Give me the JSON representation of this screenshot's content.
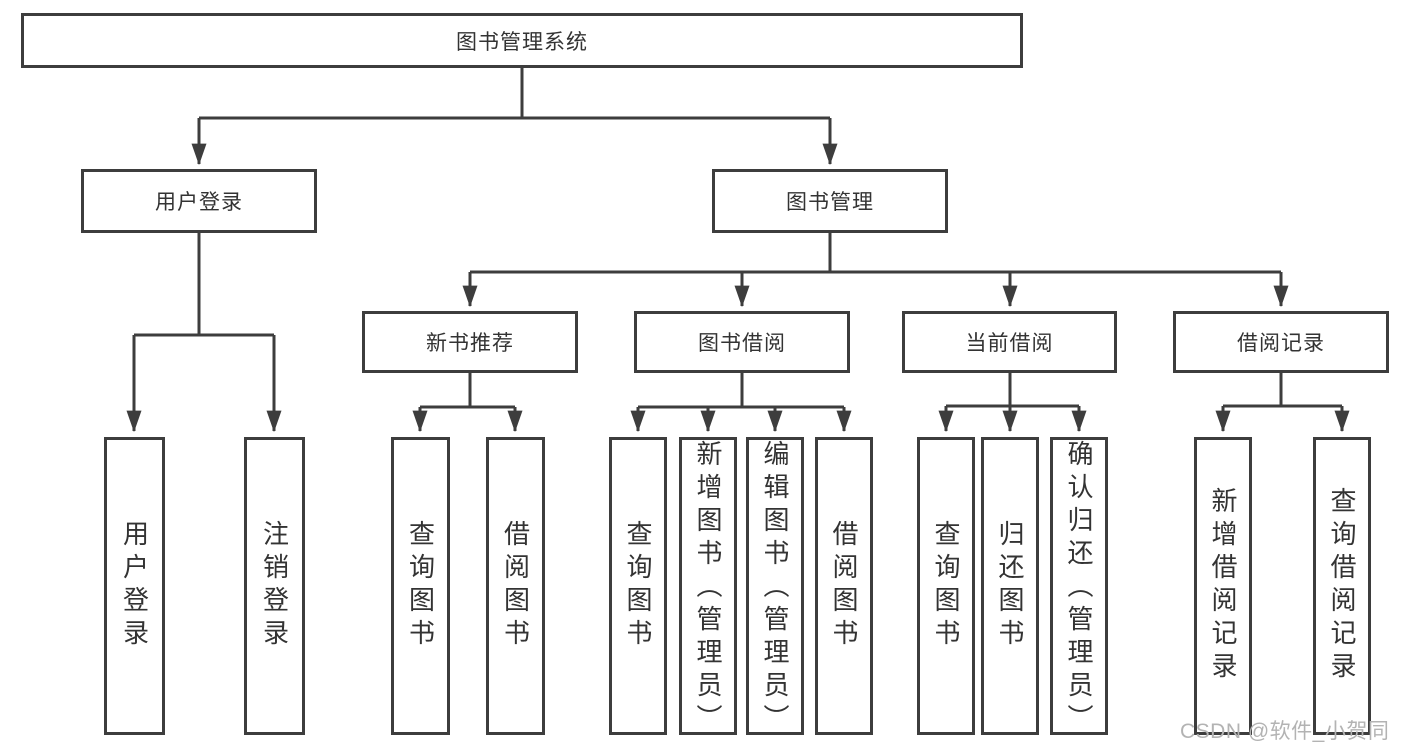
{
  "diagram": {
    "watermark": "CSDN @软件_小贺同学",
    "colors": {
      "line": "#3d3d3d",
      "box_border": "#3d3d3d",
      "text": "#333333",
      "watermark": "#b3b3b3",
      "background": "#ffffff"
    },
    "tree": {
      "label": "图书管理系统",
      "children": [
        {
          "label": "用户登录",
          "children": [
            {
              "label": "用户登录"
            },
            {
              "label": "注销登录"
            }
          ]
        },
        {
          "label": "图书管理",
          "children": [
            {
              "label": "新书推荐",
              "children": [
                {
                  "label": "查询图书"
                },
                {
                  "label": "借阅图书"
                }
              ]
            },
            {
              "label": "图书借阅",
              "children": [
                {
                  "label": "查询图书"
                },
                {
                  "label": "新增图书（管理员）"
                },
                {
                  "label": "编辑图书（管理员）"
                },
                {
                  "label": "借阅图书"
                }
              ]
            },
            {
              "label": "当前借阅",
              "children": [
                {
                  "label": "查询图书"
                },
                {
                  "label": "归还图书"
                },
                {
                  "label": "确认归还（管理员）"
                }
              ]
            },
            {
              "label": "借阅记录",
              "children": [
                {
                  "label": "新增借阅记录"
                },
                {
                  "label": "查询借阅记录"
                }
              ]
            }
          ]
        }
      ]
    }
  }
}
